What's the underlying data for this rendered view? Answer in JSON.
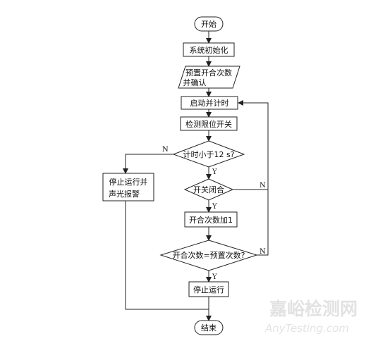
{
  "nodes": {
    "start": "开始",
    "init": "系统初始化",
    "preset_line1": "预置开合次数",
    "preset_line2": "并确认",
    "start_timer": "启动并计时",
    "detect": "检测限位开关",
    "timer_check": "计时小于12 s?",
    "switch_closed": "开关闭合",
    "count_add": "开合次数加1",
    "count_equal": "开合次数=预置次数?",
    "stop_run": "停止运行",
    "stop_alarm_line1": "停止运行并",
    "stop_alarm_line2": "声光报警",
    "end": "结束"
  },
  "edge_labels": {
    "timer_yes": "Y",
    "timer_no": "N",
    "switch_yes": "Y",
    "switch_no": "N",
    "equal_yes": "Y",
    "equal_no": "N"
  },
  "watermark": {
    "cn": "嘉峪检测网",
    "en": "AnyTesting.com"
  }
}
